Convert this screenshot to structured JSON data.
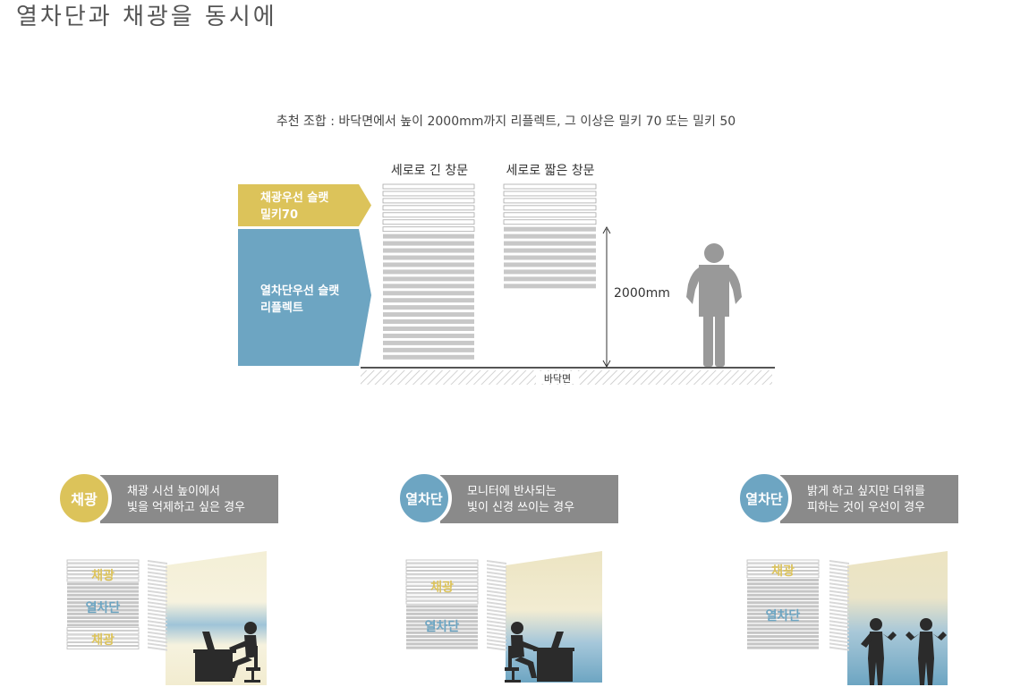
{
  "title": "열차단과 채광을 동시에",
  "recommendation": "추천 조합 : 바닥면에서 높이 2000mm까지 리플렉트, 그 이상은 밀키 70 또는 밀키 50",
  "windows": {
    "tall": "세로로 긴 창문",
    "short": "세로로 짧은 창문"
  },
  "slat_labels": {
    "daylight": [
      "채광우선 슬랫",
      "밀키70"
    ],
    "shade": [
      "열차단우선 슬랫",
      "리플렉트"
    ]
  },
  "height_label": "2000mm",
  "floor_label": "바닥면",
  "cases": [
    {
      "badge": "채광",
      "lines": [
        "채광 시선 높이에서",
        "빛을 억제하고 싶은 경우"
      ],
      "zones": [
        "채광",
        "열차단",
        "채광"
      ]
    },
    {
      "badge": "열차단",
      "lines": [
        "모니터에 반사되는",
        "빛이 신경 쓰이는 경우"
      ],
      "zones": [
        "채광",
        "열차단"
      ]
    },
    {
      "badge": "열차단",
      "lines": [
        "밝게 하고 싶지만 더위를",
        "피하는 것이 우선이 경우"
      ],
      "zones": [
        "채광",
        "열차단"
      ]
    }
  ],
  "colors": {
    "yellow": "#dcc35a",
    "blue": "#6da5c2",
    "gray": "#8a8a8a",
    "figure": "#999999",
    "dark": "#2b2b2b"
  }
}
